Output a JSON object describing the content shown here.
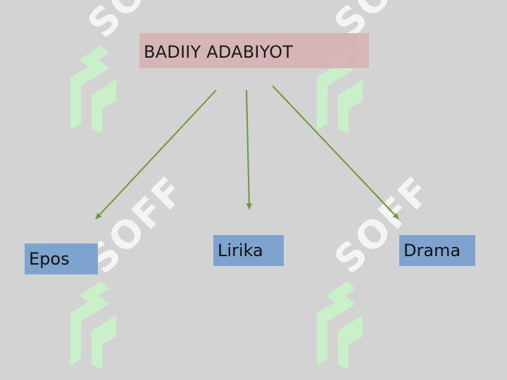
{
  "diagram": {
    "root": "BADIIY ADABIYOT",
    "children": [
      "Epos",
      "Lirika",
      "Drama"
    ]
  },
  "watermark": {
    "text": "SOFF",
    "logo_icon": "soff-logo-icon"
  },
  "colors": {
    "background": "#d3d3d3",
    "root_fill": "#d6b4b4",
    "leaf_fill": "#7fa3cf",
    "arrow": "#6a9a3a",
    "watermark_green": "#c9f0c9"
  }
}
